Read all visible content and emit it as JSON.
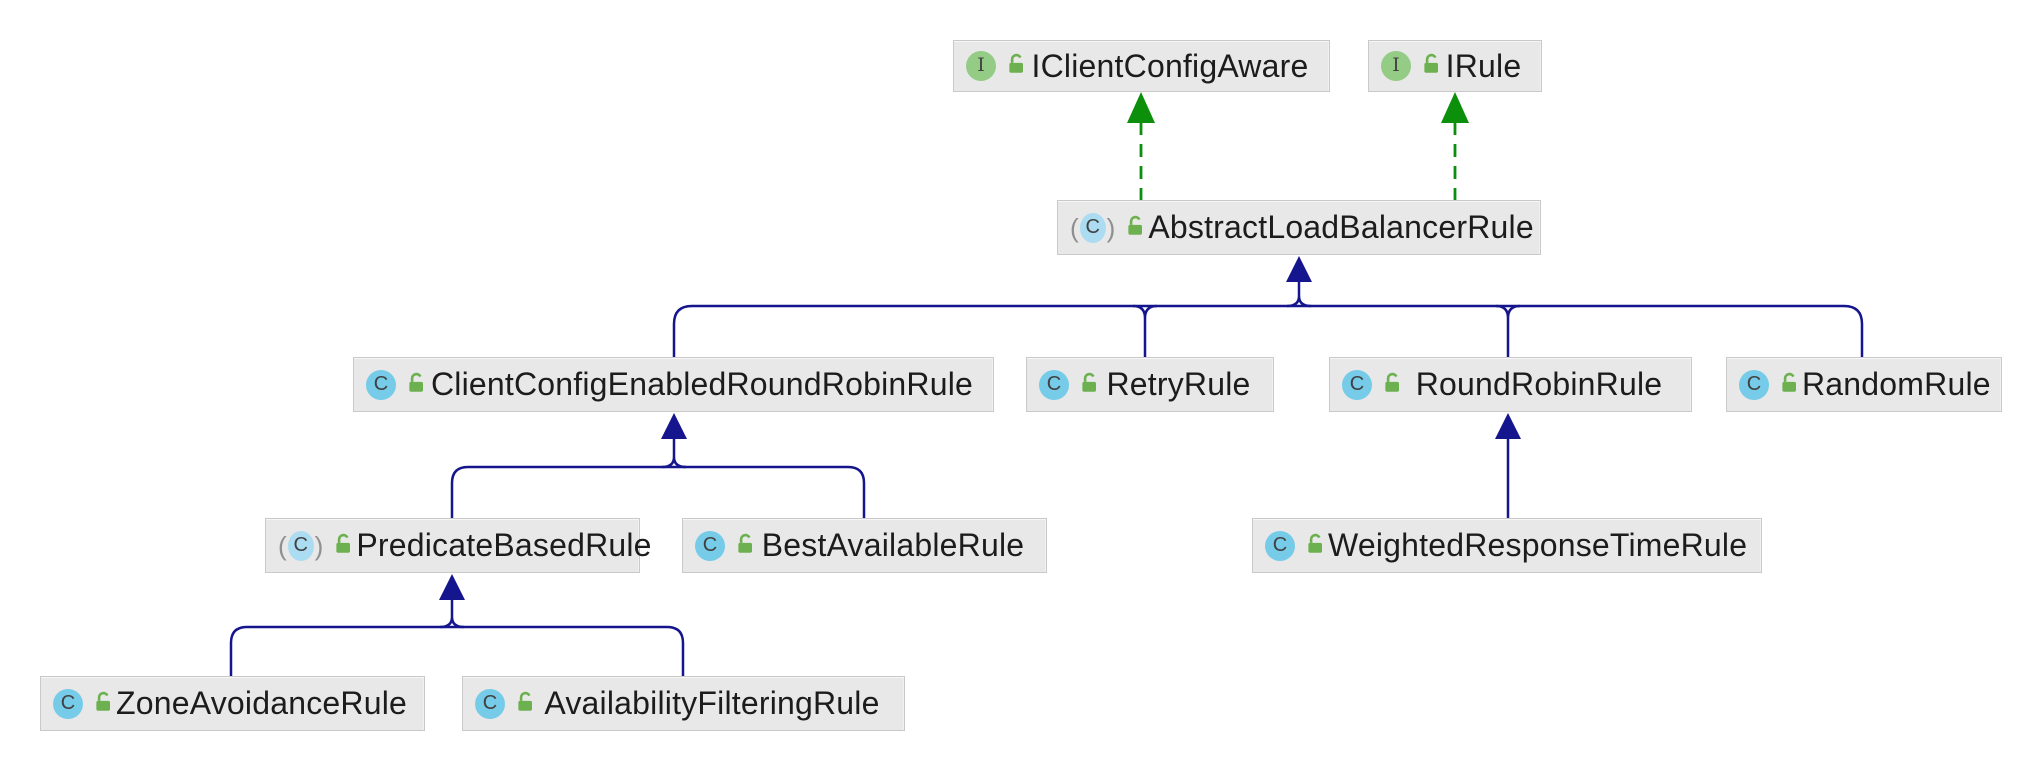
{
  "nodes": [
    {
      "id": "IClientConfigAware",
      "label": "IClientConfigAware",
      "kind": "interface",
      "icon": "interface-icon",
      "icon_letter": "I",
      "visibility": "public",
      "visibility_icon": "open-lock-icon"
    },
    {
      "id": "IRule",
      "label": "IRule",
      "kind": "interface",
      "icon": "interface-icon",
      "icon_letter": "I",
      "visibility": "public",
      "visibility_icon": "open-lock-icon"
    },
    {
      "id": "AbstractLoadBalancerRule",
      "label": "AbstractLoadBalancerRule",
      "kind": "abstract-class",
      "icon": "abstract-class-icon",
      "icon_letter": "C",
      "visibility": "public",
      "visibility_icon": "open-lock-icon"
    },
    {
      "id": "ClientConfigEnabledRoundRobinRule",
      "label": "ClientConfigEnabledRoundRobinRule",
      "kind": "class",
      "icon": "class-icon",
      "icon_letter": "C",
      "visibility": "public",
      "visibility_icon": "open-lock-icon"
    },
    {
      "id": "RetryRule",
      "label": "RetryRule",
      "kind": "class",
      "icon": "class-icon",
      "icon_letter": "C",
      "visibility": "public",
      "visibility_icon": "open-lock-icon"
    },
    {
      "id": "RoundRobinRule",
      "label": "RoundRobinRule",
      "kind": "class",
      "icon": "class-icon",
      "icon_letter": "C",
      "visibility": "public",
      "visibility_icon": "open-lock-icon"
    },
    {
      "id": "RandomRule",
      "label": "RandomRule",
      "kind": "class",
      "icon": "class-icon",
      "icon_letter": "C",
      "visibility": "public",
      "visibility_icon": "open-lock-icon"
    },
    {
      "id": "PredicateBasedRule",
      "label": "PredicateBasedRule",
      "kind": "abstract-class",
      "icon": "abstract-class-icon",
      "icon_letter": "C",
      "visibility": "public",
      "visibility_icon": "open-lock-icon"
    },
    {
      "id": "BestAvailableRule",
      "label": "BestAvailableRule",
      "kind": "class",
      "icon": "class-icon",
      "icon_letter": "C",
      "visibility": "public",
      "visibility_icon": "open-lock-icon"
    },
    {
      "id": "WeightedResponseTimeRule",
      "label": "WeightedResponseTimeRule",
      "kind": "class",
      "icon": "class-icon",
      "icon_letter": "C",
      "visibility": "public",
      "visibility_icon": "open-lock-icon"
    },
    {
      "id": "ZoneAvoidanceRule",
      "label": "ZoneAvoidanceRule",
      "kind": "class",
      "icon": "class-icon",
      "icon_letter": "C",
      "visibility": "public",
      "visibility_icon": "open-lock-icon"
    },
    {
      "id": "AvailabilityFilteringRule",
      "label": "AvailabilityFilteringRule",
      "kind": "class",
      "icon": "class-icon",
      "icon_letter": "C",
      "visibility": "public",
      "visibility_icon": "open-lock-icon"
    }
  ],
  "edges": [
    {
      "from": "AbstractLoadBalancerRule",
      "to": "IClientConfigAware",
      "relation": "implements",
      "line": "dashed-green-arrow"
    },
    {
      "from": "AbstractLoadBalancerRule",
      "to": "IRule",
      "relation": "implements",
      "line": "dashed-green-arrow"
    },
    {
      "from": "ClientConfigEnabledRoundRobinRule",
      "to": "AbstractLoadBalancerRule",
      "relation": "extends",
      "line": "solid-navy-arrow"
    },
    {
      "from": "RetryRule",
      "to": "AbstractLoadBalancerRule",
      "relation": "extends",
      "line": "solid-navy-arrow"
    },
    {
      "from": "RoundRobinRule",
      "to": "AbstractLoadBalancerRule",
      "relation": "extends",
      "line": "solid-navy-arrow"
    },
    {
      "from": "RandomRule",
      "to": "AbstractLoadBalancerRule",
      "relation": "extends",
      "line": "solid-navy-arrow"
    },
    {
      "from": "PredicateBasedRule",
      "to": "ClientConfigEnabledRoundRobinRule",
      "relation": "extends",
      "line": "solid-navy-arrow"
    },
    {
      "from": "BestAvailableRule",
      "to": "ClientConfigEnabledRoundRobinRule",
      "relation": "extends",
      "line": "solid-navy-arrow"
    },
    {
      "from": "WeightedResponseTimeRule",
      "to": "RoundRobinRule",
      "relation": "extends",
      "line": "solid-navy-arrow"
    },
    {
      "from": "ZoneAvoidanceRule",
      "to": "PredicateBasedRule",
      "relation": "extends",
      "line": "solid-navy-arrow"
    },
    {
      "from": "AvailabilityFilteringRule",
      "to": "PredicateBasedRule",
      "relation": "extends",
      "line": "solid-navy-arrow"
    }
  ],
  "colors": {
    "canvas_background": "#ffffff",
    "node_fill": "#e8e8e8",
    "node_border": "#c9c9c9",
    "extends_edge": "#15158e",
    "implements_edge": "#0c900c",
    "class_icon": "#76cbe8",
    "abstract_class_icon": "#abdcf1",
    "interface_icon": "#94cc85",
    "lock_icon": "#6cb04f",
    "label_text": "#1c1c1c"
  }
}
